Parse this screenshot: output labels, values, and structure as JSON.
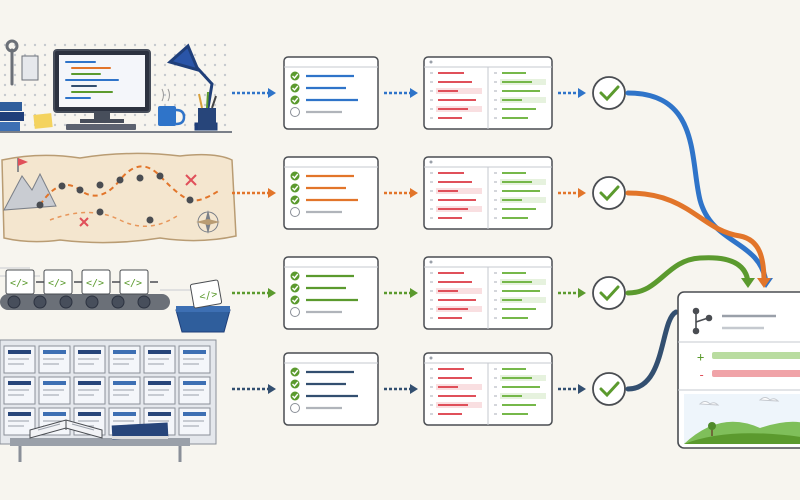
{
  "colors": {
    "background": "#f7f5ef",
    "blue": "#2f74c9",
    "orange": "#e2752a",
    "green": "#5b9a2e",
    "navy": "#334f70",
    "diff_red": "#e0505a",
    "diff_green": "#76b84a",
    "ink": "#4a4d52"
  },
  "rows": [
    {
      "name": "workspace",
      "scene": "desk-with-computer",
      "arrow_color": "blue"
    },
    {
      "name": "route",
      "scene": "treasure-map",
      "arrow_color": "orange"
    },
    {
      "name": "assembly",
      "scene": "conveyor-belt-of-code-files",
      "arrow_color": "green"
    },
    {
      "name": "library",
      "scene": "shelves-of-documents-with-books",
      "arrow_color": "navy"
    }
  ],
  "pipeline_steps": [
    "checklist-card",
    "side-by-side-diff-card",
    "approved-check-badge"
  ],
  "checklist": {
    "checked_items": 3,
    "open_items": 1
  },
  "merge_target": {
    "icon": "branch-merge-icon",
    "added_marker": "+",
    "removed_marker": "-"
  }
}
